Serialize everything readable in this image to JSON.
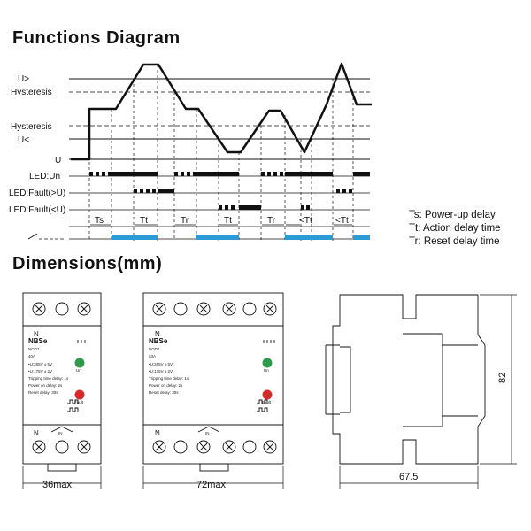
{
  "functions": {
    "title": "Functions Diagram",
    "levels": {
      "u_over": "U>",
      "hysteresis_top": "Hysteresis",
      "hysteresis_bottom": "Hysteresis",
      "u_under": "U<",
      "u": "U"
    },
    "rows": {
      "led_un": "LED:Un",
      "led_fault_over": "LED:Fault(>U)",
      "led_fault_under": "LED:Fault(<U)"
    },
    "intervals": [
      "Ts",
      "Tt",
      "Tr",
      "Tt",
      "Tr",
      "<Tt",
      "<Tt"
    ],
    "legend": [
      "Ts: Power-up delay",
      "Tt: Action delay time",
      "Tr: Reset delay time"
    ],
    "colors": {
      "relay_on": "#2b9bd6",
      "line": "#111111"
    }
  },
  "dimensions": {
    "title": "Dimensions(mm)",
    "module1": {
      "brand": "NBSe",
      "model": "NOD1",
      "rating": "40A",
      "width_label": "36max"
    },
    "module2": {
      "brand": "NBSe",
      "model": "NOD1",
      "rating": "63A",
      "width_label": "72max"
    },
    "spec_lines": [
      "•U:265V ± 5V",
      "•U:175V ± 2V",
      "Tripping time delay: 1s",
      "Power on delay: 2s",
      "Reset delay: 30s"
    ],
    "terminal_n": "N",
    "terminal_in": "IN",
    "led_un": "Un",
    "led_fault": "Fault",
    "side_depth_label": "67.5",
    "side_height_label": "82"
  }
}
